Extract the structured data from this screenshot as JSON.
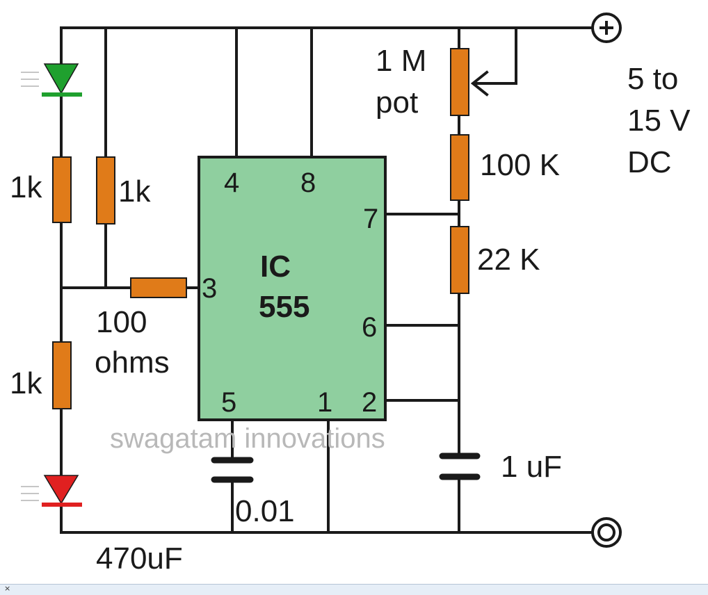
{
  "supply": {
    "positive_symbol": "+",
    "label_line1": "5 to",
    "label_line2": "15 V",
    "label_line3": "DC"
  },
  "ic": {
    "title": "IC",
    "part": "555",
    "pins": {
      "p4": "4",
      "p8": "8",
      "p7": "7",
      "p3": "3",
      "p6": "6",
      "p5": "5",
      "p1": "1",
      "p2": "2"
    }
  },
  "components": {
    "pot_line1": "1 M",
    "pot_line2": "pot",
    "r_100k": "100 K",
    "r_22k": "22 K",
    "r_1k_top_left": "1k",
    "r_1k_top_right": "1k",
    "r_1k_bottom": "1k",
    "r_100_line1": "100",
    "r_100_line2": "ohms",
    "c_1uf": "1 uF",
    "c_001": "0.01",
    "c_470uf": "470uF"
  },
  "watermark": "swagatam innovations",
  "colors": {
    "resistor": "#e07b19",
    "ic_body": "#8fcf9f",
    "led_green": "#1fa02e",
    "led_red": "#e02020",
    "wire": "#1a1a1a"
  },
  "statusbar": {
    "close_glyph": "×"
  }
}
